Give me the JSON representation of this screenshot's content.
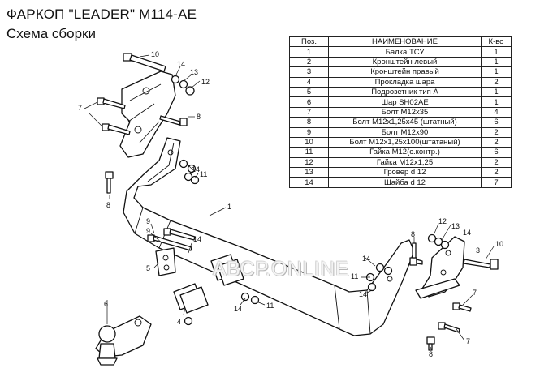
{
  "header": {
    "title": "ФАРКОП \"LEADER\" М114-АЕ",
    "subtitle": "Схема сборки"
  },
  "table": {
    "headers": [
      "Поз.",
      "НАИМЕНОВАНИЕ",
      "К-во"
    ],
    "rows": [
      [
        "1",
        "Балка ТСУ",
        "1"
      ],
      [
        "2",
        "Кронштейн левый",
        "1"
      ],
      [
        "3",
        "Кронштейн правый",
        "1"
      ],
      [
        "4",
        "Прокладка шара",
        "2"
      ],
      [
        "5",
        "Подрозетник тип А",
        "1"
      ],
      [
        "6",
        "Шар SH02AE",
        "1"
      ],
      [
        "7",
        "Болт М12х35",
        "4"
      ],
      [
        "8",
        "Болт М12х1,25х45 (штатный)",
        "6"
      ],
      [
        "9",
        "Болт М12х90",
        "2"
      ],
      [
        "10",
        "Болт М12х1,25х100(штатаный)",
        "2"
      ],
      [
        "11",
        "Гайка М12(с.контр.)",
        "6"
      ],
      [
        "12",
        "Гайка М12х1,25",
        "2"
      ],
      [
        "13",
        "Гровер d 12",
        "2"
      ],
      [
        "14",
        "Шайба d 12",
        "7"
      ]
    ]
  },
  "watermark": "АВСР.ONLINE",
  "callouts": {
    "c1": "1",
    "c3": "3",
    "c4": "4",
    "c5": "5",
    "c6": "6",
    "c7": "7",
    "c8": "8",
    "c9": "9",
    "c10": "10",
    "c11": "11",
    "c12": "12",
    "c13": "13",
    "c14": "14"
  }
}
